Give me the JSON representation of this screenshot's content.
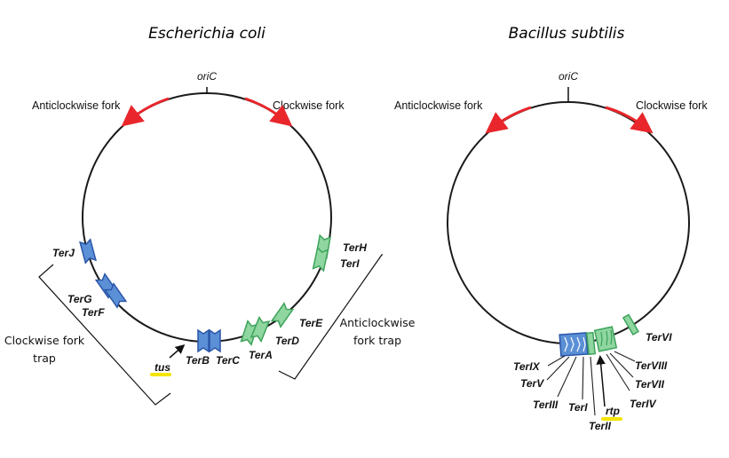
{
  "diagrams": [
    {
      "title": "Escherichia coli",
      "origin_label": "oriC",
      "left_fork_label": "Anticlockwise fork",
      "right_fork_label": "Clockwise fork",
      "ter_sites": [
        {
          "name": "TerJ",
          "color": "blue"
        },
        {
          "name": "TerG",
          "color": "blue"
        },
        {
          "name": "TerF",
          "color": "blue"
        },
        {
          "name": "TerB",
          "color": "blue"
        },
        {
          "name": "TerC",
          "color": "blue"
        },
        {
          "name": "TerA",
          "color": "green"
        },
        {
          "name": "TerD",
          "color": "green"
        },
        {
          "name": "TerE",
          "color": "green"
        },
        {
          "name": "TerH",
          "color": "green"
        },
        {
          "name": "TerI",
          "color": "green"
        }
      ],
      "gene_label": "tus",
      "trap_left_line1": "Clockwise fork",
      "trap_left_line2": "trap",
      "trap_right_line1": "Anticlockwise",
      "trap_right_line2": "fork trap"
    },
    {
      "title": "Bacillus subtilis",
      "origin_label": "oriC",
      "left_fork_label": "Anticlockwise fork",
      "right_fork_label": "Clockwise fork",
      "ter_sites": [
        {
          "name": "TerIX",
          "color": "blue"
        },
        {
          "name": "TerV",
          "color": "blue"
        },
        {
          "name": "TerIII",
          "color": "blue"
        },
        {
          "name": "TerI",
          "color": "blue"
        },
        {
          "name": "TerII",
          "color": "green"
        },
        {
          "name": "TerIV",
          "color": "green"
        },
        {
          "name": "TerVII",
          "color": "green"
        },
        {
          "name": "TerVIII",
          "color": "green"
        },
        {
          "name": "TerVI",
          "color": "green"
        }
      ],
      "gene_label": "rtp"
    }
  ],
  "colors": {
    "fork_arrow": "#e8262b",
    "blue_site_fill": "#5b8fd6",
    "blue_site_stroke": "#2a56a8",
    "green_site_fill": "#8fd6a0",
    "green_site_stroke": "#3da35a",
    "gene_highlight": "#f5e400"
  }
}
